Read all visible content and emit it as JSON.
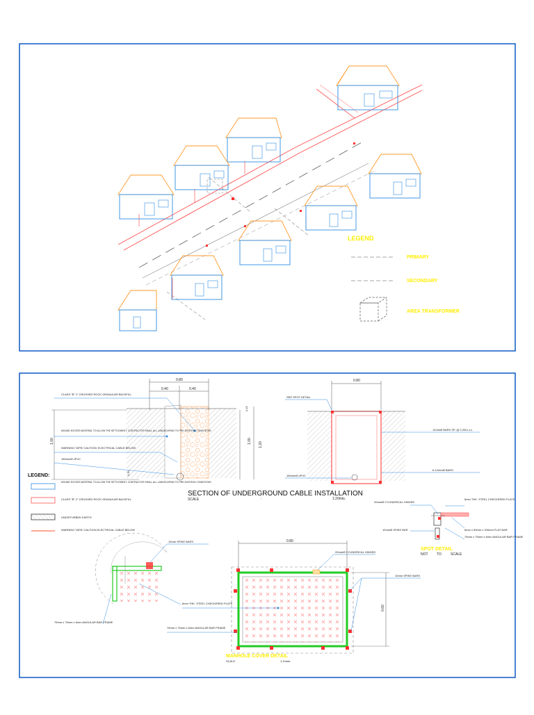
{
  "colors": {
    "frame": "#1a63c8",
    "primary": "#ff4040",
    "house_roof": "#ff9a2a",
    "house_wall": "#2c8ce0",
    "legend_yellow": "#ffee00",
    "excavation": "#ffb070",
    "cover_green": "#22cc22"
  },
  "top_panel": {
    "legend": {
      "title": "LEGEND",
      "primary": "PRIMARY",
      "secondary": "SECONDARY",
      "area_transformer": "AREA TRANSFORMER"
    }
  },
  "section": {
    "dims": {
      "width_080": "0.80",
      "left_040": "0.40",
      "right_040": "0.40",
      "depth_100": "1.00",
      "depth_100_b": "1.00",
      "depth_120": "1.20",
      "depth_020": "0.20",
      "small_005": "0.15"
    },
    "notes": {
      "class_b": "CLASS \"B\" 2\" CRUSHED ROCK GRANULAR BACKFILL",
      "mound": "MOUND EXCESS MATERIAL TO ALLOW THE SETTLEMENT. CONTRACTOR SHALL ALL LANDSCAPING TO PRE-EXISTING CONDITIONS",
      "warning": "WARNING TAPE/ CAUTION: ELECTRICAL CABLE BELOW",
      "upvc": "150mmØ uPVC"
    },
    "title": "SECTION OF UNDERGROUND CABLE INSTALLATION",
    "scale_label": "SCALE",
    "scale_colon": ":",
    "scale_value": "1:20mts."
  },
  "legend2": {
    "title": "LEGEND:",
    "items": [
      "MOUND EXCESS MATERIAL TO ALLOW THE SETTLEMENT. CONTRACTOR SHALL ALL LANDSCAPING TO PRE-EXISTING CONDITIONS",
      "CLASS \"B\" 2\" CRUSHED ROCK GRANULAR BACKFILL",
      "UNDISTURBED EARTH",
      "WARNING TAPE/ CAUTION ELECTRICAL CABLE BELOW"
    ]
  },
  "manhole_section": {
    "width": "0.80",
    "see_spot": "SEE SPOT DETAIL",
    "bars_sp": "12mmØ BARS SP. @ 0.20m o.c.",
    "bars_6": "6-12mmØ BARS",
    "upvc": "150mmØ uPVC"
  },
  "spot_detail": {
    "cyl_hinged": "20mmØ CYLINDRICAL HINGED",
    "checkered": "6mm THK. STEEL CHECKERED PLATE",
    "flat_bar": "6mm x 50mm x 200mm FLAT BAR",
    "spike": "10mmØ SPIKE BAR",
    "angular": "75mm x 75mm x 6mm ANGULAR BAR FRAME",
    "title": "SPOT DETAIL",
    "not": "NOT",
    "to": "TO",
    "scale": "SCALE"
  },
  "cover_detail": {
    "width": "0.80",
    "height": "0.60",
    "spike_bars": "10mm SPIKE BARS",
    "spike_bars2": "10mm SPIKE BARS",
    "cyl_hinged": "20mmØ CYLINDRICAL HINGED",
    "checkered": "6mm THK. STEEL CHECKERED PLATE",
    "angular": "75mm x 75mm x 6mm ANGULAR BAR FRAME",
    "angular2": "75mm x 75mm x 6mm ANGULAR BAR FRAME",
    "title": "MANHOLE COVER DETAIL",
    "scale_label": "SCALE",
    "scale_value": "1:10mts."
  }
}
